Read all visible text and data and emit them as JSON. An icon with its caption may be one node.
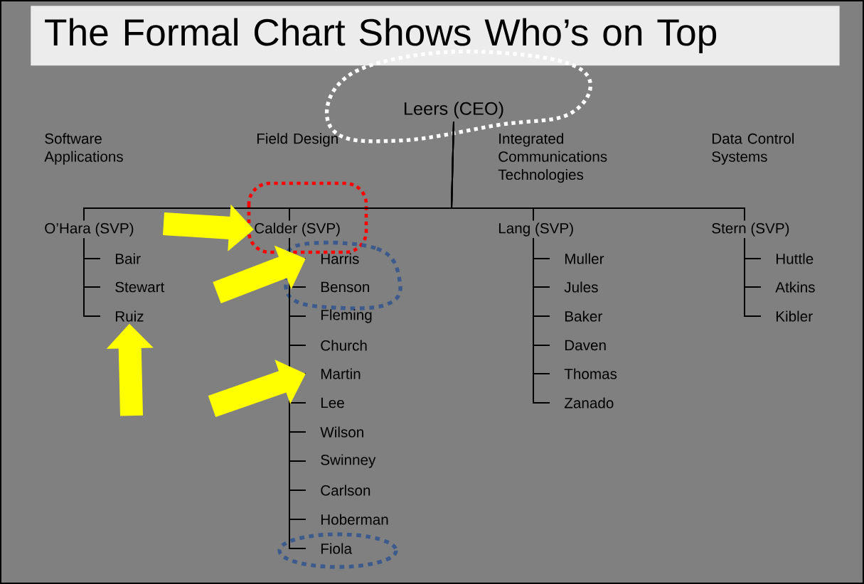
{
  "diagram": {
    "title": "The Formal Chart Shows Who’s on Top",
    "nodes": [
      {
        "text": [
          "Leers (CEO)"
        ]
      },
      {
        "text": [
          "O’Hara (SVP)"
        ]
      },
      {
        "text": [
          "Bair"
        ]
      },
      {
        "text": [
          "Stewart"
        ]
      },
      {
        "text": [
          "Ruiz"
        ]
      },
      {
        "text": [
          "Calder (SVP)"
        ]
      },
      {
        "text": [
          "Harris"
        ]
      },
      {
        "text": [
          "Benson"
        ]
      },
      {
        "text": [
          "Fleming"
        ]
      },
      {
        "text": [
          "Church"
        ]
      },
      {
        "text": [
          "Martin"
        ]
      },
      {
        "text": [
          "Lee"
        ]
      },
      {
        "text": [
          "Wilson"
        ]
      },
      {
        "text": [
          "Swinney"
        ]
      },
      {
        "text": [
          "Carlson"
        ]
      },
      {
        "text": [
          "Hoberman"
        ]
      },
      {
        "text": [
          "Fiola"
        ]
      },
      {
        "text": [
          "Lang (SVP)"
        ]
      },
      {
        "text": [
          "Muller"
        ]
      },
      {
        "text": [
          "Jules"
        ]
      },
      {
        "text": [
          "Baker"
        ]
      },
      {
        "text": [
          "Daven"
        ]
      },
      {
        "text": [
          "Thomas"
        ]
      },
      {
        "text": [
          "Zanado"
        ]
      },
      {
        "text": [
          "Stern (SVP)"
        ]
      },
      {
        "text": [
          "Huttle"
        ]
      },
      {
        "text": [
          "Atkins"
        ]
      },
      {
        "text": [
          "Kibler"
        ]
      }
    ],
    "edges": [
      {
        "from": 0,
        "to": 1,
        "arrow": "none"
      },
      {
        "from": 0,
        "to": 5,
        "arrow": "none"
      },
      {
        "from": 0,
        "to": 17,
        "arrow": "none"
      },
      {
        "from": 0,
        "to": 24,
        "arrow": "none"
      },
      {
        "from": 1,
        "to": 2,
        "arrow": "none"
      },
      {
        "from": 1,
        "to": 3,
        "arrow": "none"
      },
      {
        "from": 1,
        "to": 4,
        "arrow": "none"
      },
      {
        "from": 5,
        "to": 6,
        "arrow": "none"
      },
      {
        "from": 5,
        "to": 7,
        "arrow": "none"
      },
      {
        "from": 5,
        "to": 8,
        "arrow": "none"
      },
      {
        "from": 5,
        "to": 9,
        "arrow": "none"
      },
      {
        "from": 5,
        "to": 10,
        "arrow": "none"
      },
      {
        "from": 5,
        "to": 11,
        "arrow": "none"
      },
      {
        "from": 5,
        "to": 12,
        "arrow": "none"
      },
      {
        "from": 5,
        "to": 13,
        "arrow": "none"
      },
      {
        "from": 5,
        "to": 14,
        "arrow": "none"
      },
      {
        "from": 5,
        "to": 15,
        "arrow": "none"
      },
      {
        "from": 5,
        "to": 16,
        "arrow": "none"
      },
      {
        "from": 17,
        "to": 18,
        "arrow": "none"
      },
      {
        "from": 17,
        "to": 19,
        "arrow": "none"
      },
      {
        "from": 17,
        "to": 20,
        "arrow": "none"
      },
      {
        "from": 17,
        "to": 21,
        "arrow": "none"
      },
      {
        "from": 17,
        "to": 22,
        "arrow": "none"
      },
      {
        "from": 17,
        "to": 23,
        "arrow": "none"
      },
      {
        "from": 24,
        "to": 25,
        "arrow": "none"
      },
      {
        "from": 24,
        "to": 26,
        "arrow": "none"
      },
      {
        "from": 24,
        "to": 27,
        "arrow": "none"
      },
      {
        "from": null,
        "to": 5,
        "arrow": "to",
        "style": "thick",
        "color": "#ffff00"
      },
      {
        "from": null,
        "to": 6,
        "arrow": "to",
        "style": "thick",
        "color": "#ffff00"
      },
      {
        "from": null,
        "to": 10,
        "arrow": "to",
        "style": "thick",
        "color": "#ffff00"
      },
      {
        "from": null,
        "to": 4,
        "arrow": "to",
        "style": "thick",
        "color": "#ffff00"
      }
    ],
    "labels": [
      "Software Applications",
      "Field Design",
      "Integrated Communications Technologies",
      "Data Control Systems"
    ]
  }
}
